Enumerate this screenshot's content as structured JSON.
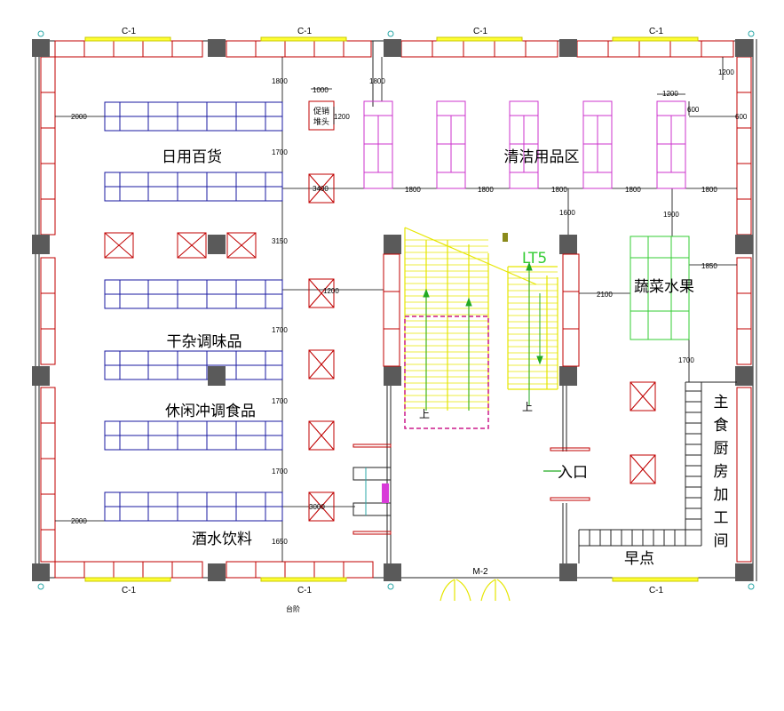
{
  "windows": {
    "top": [
      "C-1",
      "C-1",
      "C-1",
      "C-1"
    ],
    "bottom": [
      "C-1",
      "C-1",
      "C-1"
    ]
  },
  "door_label": "M-2",
  "step_label": "台阶",
  "elevator_label": "LT5",
  "stair_up": [
    "上",
    "上"
  ],
  "zones": {
    "daily": "日用百货",
    "cleaning": "清洁用品区",
    "dry": "干杂调味品",
    "snack": "休闲冲调食品",
    "drinks": "酒水饮料",
    "veg": "蔬菜水果",
    "entrance": "入口",
    "breakfast": "早点",
    "kitchen": [
      "主",
      "食",
      "厨",
      "房",
      "加",
      "工",
      "间"
    ],
    "checkout": [
      "促销",
      "堆头"
    ]
  },
  "dims": {
    "d1800a": "1800",
    "d1800b": "1800",
    "d1000": "1000",
    "d1200a": "1200",
    "d1200b": "1200",
    "d1200c": "1200",
    "d1200d": "1200",
    "d600a": "600",
    "d600b": "600",
    "d2000a": "2000",
    "d2000b": "2000",
    "d1700a": "1700",
    "d1700b": "1700",
    "d1700c": "1700",
    "d1700d": "1700",
    "d1700e": "1700",
    "d3400": "3400",
    "d3150": "3150",
    "d3000": "3000",
    "d1650": "1650",
    "d1800r1": "1800",
    "d1800r2": "1800",
    "d1800r3": "1800",
    "d1800r4": "1800",
    "d1800r5": "1800",
    "d1600": "1600",
    "d1900": "1900",
    "d1850": "1850",
    "d2100": "2100"
  },
  "colors": {
    "wall": "#c00000",
    "shelf": "#1a1aa0",
    "cleaning": "#cc33cc",
    "veg": "#33cc33",
    "stairs": "#e6e600",
    "column": "#5a5a5a",
    "window": "#ffff33"
  }
}
